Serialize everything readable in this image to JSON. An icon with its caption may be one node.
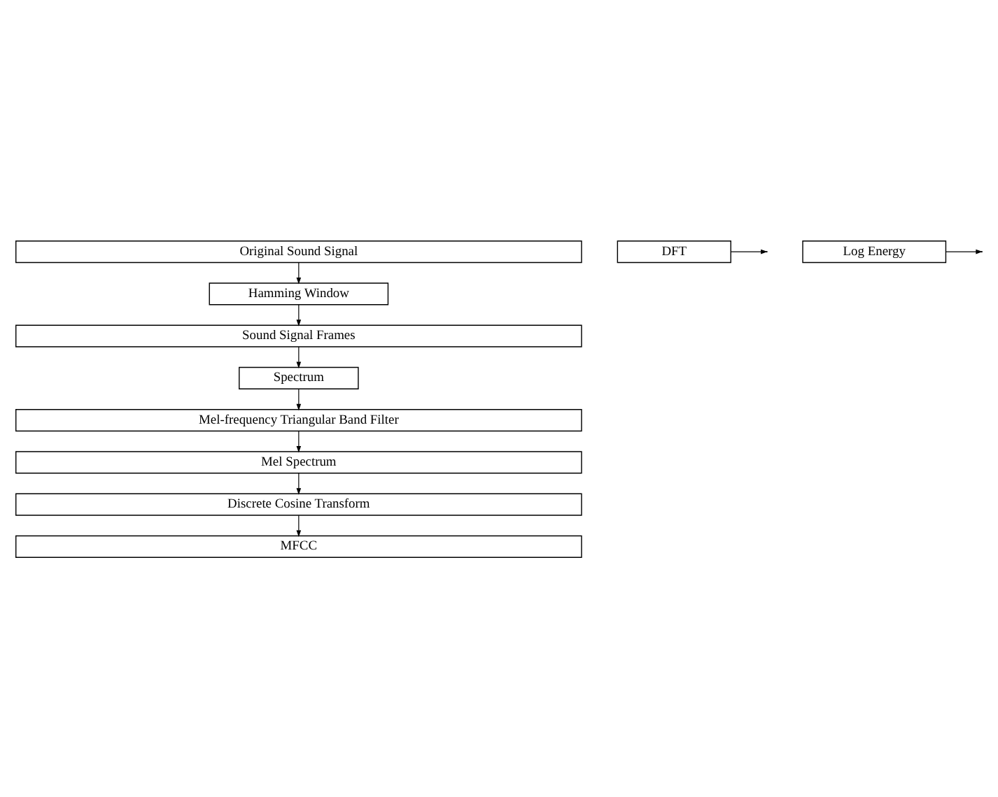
{
  "diagram": {
    "nodes": [
      {
        "text": [
          "Original Sound Signal"
        ]
      },
      {
        "text": [
          "Hamming Window"
        ]
      },
      {
        "text": [
          "Sound Signal Frames"
        ]
      },
      {
        "text": [
          "DFT"
        ]
      },
      {
        "text": [
          "Spectrum"
        ]
      },
      {
        "text": [
          "Mel-frequency Triangular Band Filter"
        ]
      },
      {
        "text": [
          "Mel Spectrum"
        ]
      },
      {
        "text": [
          "Log Energy"
        ]
      },
      {
        "text": [
          "Discrete Cosine Transform"
        ]
      },
      {
        "text": [
          "MFCC"
        ]
      }
    ],
    "edges": [
      {
        "from": 0,
        "to": 1,
        "arrow": "to"
      },
      {
        "from": 1,
        "to": 2,
        "arrow": "to"
      },
      {
        "from": 2,
        "to": 4,
        "arrow": "to"
      },
      {
        "from": 3,
        "to": null,
        "arrow": "to"
      },
      {
        "from": 4,
        "to": 5,
        "arrow": "to"
      },
      {
        "from": 5,
        "to": 6,
        "arrow": "to"
      },
      {
        "from": 6,
        "to": 8,
        "arrow": "to"
      },
      {
        "from": 7,
        "to": null,
        "arrow": "to"
      },
      {
        "from": 8,
        "to": 9,
        "arrow": "to"
      }
    ]
  }
}
